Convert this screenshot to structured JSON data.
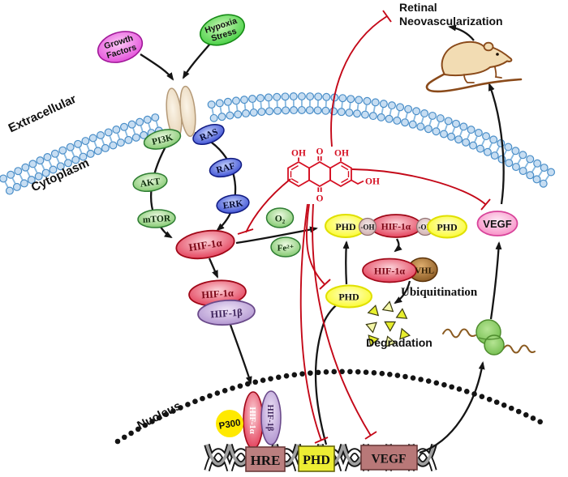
{
  "regions": {
    "extracellular": "Extracellular",
    "cytoplasm": "Cytoplasm",
    "nucleus": "Nucleus"
  },
  "stimuli": {
    "growth_factors": {
      "line1": "Growth",
      "line2": "Factors"
    },
    "hypoxia_stress": {
      "line1": "Hypoxia",
      "line2": "Stress"
    }
  },
  "pi3k_axis": {
    "pi3k": "PI3K",
    "akt": "AKT",
    "mtor": "mTOR"
  },
  "mapk_axis": {
    "ras": "RAS",
    "raf": "RAF",
    "erk": "ERK"
  },
  "hif": {
    "hif1a": "HIF-1α",
    "hif1b": "HIF-1β"
  },
  "cofactors": {
    "o2": "O₂",
    "fe2": "Fe²⁺"
  },
  "phd": "PHD",
  "oh_group": "-OH",
  "vhl": "VHL",
  "vegf": "VEGF",
  "p300": "P300",
  "process": {
    "ubiquitination": "Ubiquitination",
    "degradation": "Degradation"
  },
  "genes": {
    "hre": "HRE",
    "phd": "PHD",
    "vegf": "VEGF"
  },
  "compound_labels": {
    "oh": "OH",
    "o": "O"
  },
  "outcome": {
    "line1": "Retinal",
    "line2": "Neovascularization"
  },
  "colors": {
    "inhibit_red": "#c40818",
    "compound_red": "#d50f22",
    "membrane_blue": "#4a8ec8",
    "arrow_black": "#151515",
    "phd_yellow": "#f8f800",
    "hre_box": "#bb7f7f",
    "vegf_box": "#b87878",
    "phd_box": "#eded33"
  }
}
